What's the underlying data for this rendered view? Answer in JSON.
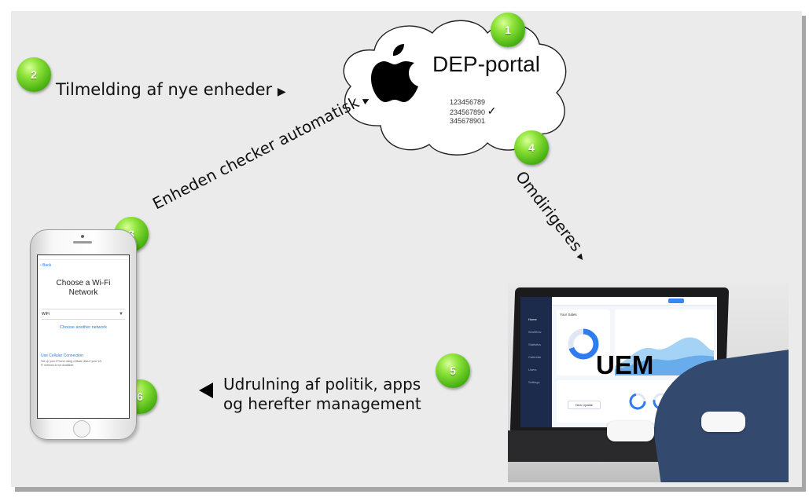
{
  "cloud": {
    "title": "DEP-portal",
    "serials": [
      "123456789",
      "234567890",
      "345678901"
    ],
    "check": "✓"
  },
  "steps": {
    "s1": "1",
    "s2": "2",
    "s3": "3",
    "s4": "4",
    "s5": "5",
    "s6": "6"
  },
  "labels": {
    "enroll": "Tilmelding af nye enheder",
    "checks": "Enheden checker automatisk",
    "redirect": "Omdirigeres",
    "deploy_line1": "Udrulning af politik, apps",
    "deploy_line2": "og herefter management"
  },
  "phone": {
    "back": "Back",
    "title_line1": "Choose a Wi-Fi",
    "title_line2": "Network",
    "wifi": "WiFi",
    "other": "Choose another network",
    "cellular": "Use Cellular Connection",
    "cellular_note": "Set up your iPhone using cellular data if your Wi-Fi network is not available."
  },
  "laptop": {
    "uem": "UEM",
    "dashboard_title": "Your Sales",
    "nav": [
      "Home",
      "Workflow",
      "Statistics",
      "Calendar",
      "Users",
      "Settings"
    ],
    "button": "New Update"
  }
}
